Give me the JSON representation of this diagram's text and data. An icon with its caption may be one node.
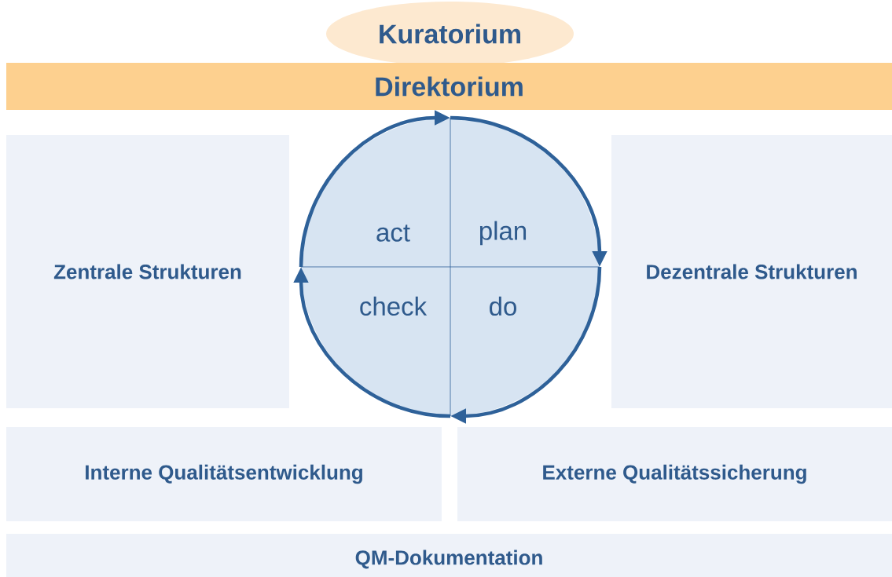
{
  "diagram": {
    "nodes": [
      {
        "text": [
          "Kuratorium"
        ]
      },
      {
        "text": [
          "Direktorium"
        ]
      },
      {
        "text": [
          "Zentrale Strukturen"
        ]
      },
      {
        "text": [
          "act"
        ]
      },
      {
        "text": [
          "plan"
        ]
      },
      {
        "text": [
          "check"
        ]
      },
      {
        "text": [
          "do"
        ]
      },
      {
        "text": [
          "Dezentrale Strukturen"
        ]
      },
      {
        "text": [
          "Interne Qualitätsentwicklung"
        ]
      },
      {
        "text": [
          "Externe Qualitätssicherung"
        ]
      },
      {
        "text": [
          "QM-Dokumentation"
        ]
      }
    ],
    "edges": [
      {
        "from": 3,
        "to": 4,
        "arrow": "to"
      },
      {
        "from": 4,
        "to": 6,
        "arrow": "to"
      },
      {
        "from": 6,
        "to": 5,
        "arrow": "to"
      },
      {
        "from": 5,
        "to": 3,
        "arrow": "to"
      }
    ]
  }
}
